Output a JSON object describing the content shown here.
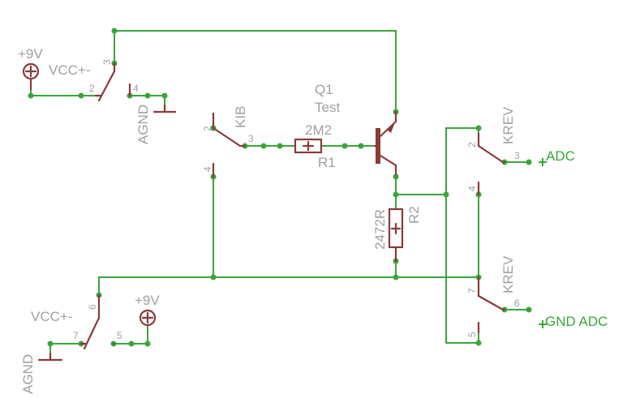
{
  "labels": {
    "supply_top": "+9V",
    "supply_bottom": "+9V",
    "switch_top": "VCC+-",
    "switch_bottom": "VCC+-",
    "agnd_top": "AGND",
    "agnd_bottom": "AGND",
    "kib": "KIB",
    "q1_name": "Q1",
    "q1_value": "Test",
    "r1_value": "2M2",
    "r1_name": "R1",
    "r2_value": "2472R",
    "r2_name": "R2",
    "krev_top": "KREV",
    "krev_bottom": "KREV",
    "adc": "ADC",
    "gnd_adc": "GND ADC"
  },
  "pins": {
    "vcc_top_3": "3",
    "vcc_top_2": "2",
    "vcc_top_4": "4",
    "kib_2": "2",
    "kib_3": "3",
    "kib_4": "4",
    "krev_top_2": "2",
    "krev_top_3": "3",
    "krev_top_4": "4",
    "krev_bot_7": "7",
    "krev_bot_6": "6",
    "krev_bot_5": "5",
    "vcc_bot_6": "6",
    "vcc_bot_7": "7",
    "vcc_bot_5": "5"
  },
  "colors": {
    "wire": "#3aa53a",
    "component": "#8b3a3a",
    "label": "#a0a0a0",
    "net_label": "#3aa53a"
  }
}
